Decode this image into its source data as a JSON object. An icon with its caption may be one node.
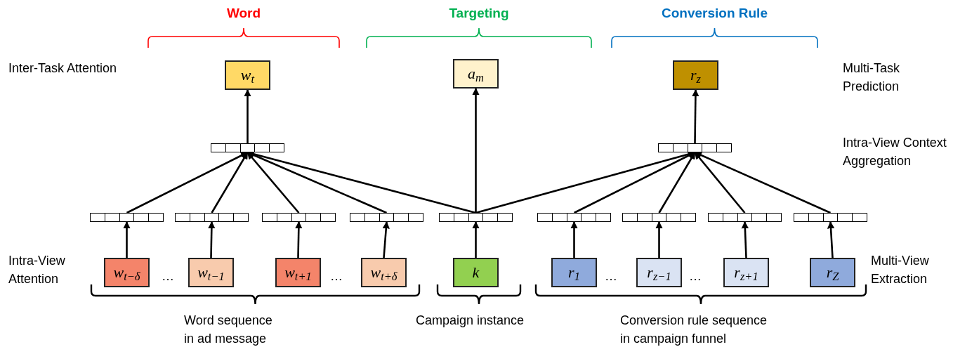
{
  "diagram": {
    "nodes": [
      {
        "text": [
          "w$_{t}$"
        ]
      },
      {
        "text": [
          "a$_{m}$"
        ]
      },
      {
        "text": [
          "r$_{z}$"
        ]
      },
      {
        "text": [],
        "shape": "bar"
      },
      {
        "text": [],
        "shape": "bar"
      },
      {
        "text": [],
        "shape": "bar"
      },
      {
        "text": [],
        "shape": "bar"
      },
      {
        "text": [],
        "shape": "bar"
      },
      {
        "text": [],
        "shape": "bar"
      },
      {
        "text": [],
        "shape": "bar"
      },
      {
        "text": [],
        "shape": "bar"
      },
      {
        "text": [],
        "shape": "bar"
      },
      {
        "text": [],
        "shape": "bar"
      },
      {
        "text": [],
        "shape": "bar"
      },
      {
        "text": [
          "w$_{t−δ}$"
        ]
      },
      {
        "text": [
          "w$_{t−1}$"
        ]
      },
      {
        "text": [
          "w$_{t+1}$"
        ]
      },
      {
        "text": [
          "w$_{t+δ}$"
        ]
      },
      {
        "text": [
          "k"
        ]
      },
      {
        "text": [
          "r$_{1}$"
        ]
      },
      {
        "text": [
          "r$_{z−1}$"
        ]
      },
      {
        "text": [
          "r$_{z+1}$"
        ]
      },
      {
        "text": [
          "r$_{Z}$"
        ]
      }
    ],
    "edges": [
      {
        "from": 14,
        "to": 5,
        "arrow": "to"
      },
      {
        "from": 15,
        "to": 6,
        "arrow": "to"
      },
      {
        "from": 16,
        "to": 7,
        "arrow": "to"
      },
      {
        "from": 17,
        "to": 8,
        "arrow": "to"
      },
      {
        "from": 18,
        "to": 9,
        "arrow": "to"
      },
      {
        "from": 19,
        "to": 10,
        "arrow": "to"
      },
      {
        "from": 20,
        "to": 11,
        "arrow": "to"
      },
      {
        "from": 21,
        "to": 12,
        "arrow": "to"
      },
      {
        "from": 22,
        "to": 13,
        "arrow": "to"
      },
      {
        "from": 5,
        "to": 3,
        "arrow": "to"
      },
      {
        "from": 6,
        "to": 3,
        "arrow": "to"
      },
      {
        "from": 7,
        "to": 3,
        "arrow": "to"
      },
      {
        "from": 8,
        "to": 3,
        "arrow": "to"
      },
      {
        "from": 9,
        "to": 3,
        "arrow": "to"
      },
      {
        "from": 9,
        "to": 4,
        "arrow": "to"
      },
      {
        "from": 10,
        "to": 4,
        "arrow": "to"
      },
      {
        "from": 11,
        "to": 4,
        "arrow": "to"
      },
      {
        "from": 12,
        "to": 4,
        "arrow": "to"
      },
      {
        "from": 13,
        "to": 4,
        "arrow": "to"
      },
      {
        "from": 3,
        "to": 0,
        "arrow": "to"
      },
      {
        "from": 9,
        "to": 1,
        "arrow": "to"
      },
      {
        "from": 4,
        "to": 2,
        "arrow": "to"
      }
    ],
    "labels": [
      "Word",
      "Targeting",
      "Conversion Rule",
      "Inter-Task Attention",
      "Multi-Task Prediction",
      "Intra-View Context Aggregation",
      "Intra-View Attention",
      "Multi-View Extraction",
      "…",
      "…",
      "…",
      "…",
      "Word sequence in ad message",
      "Campaign instance",
      "Conversion rule sequence in campaign funnel"
    ]
  }
}
